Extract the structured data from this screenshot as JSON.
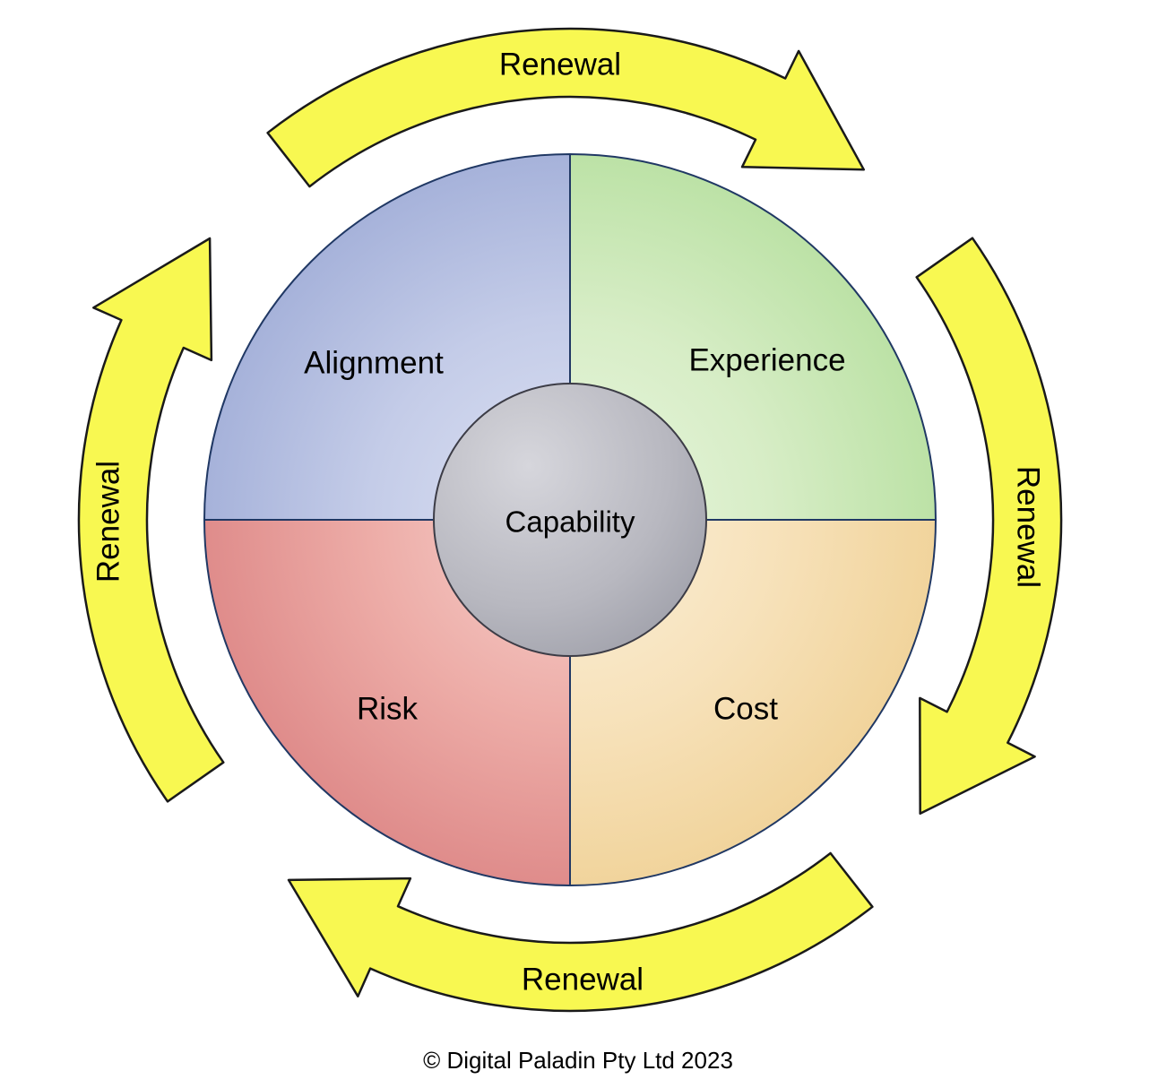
{
  "diagram": {
    "center_label": "Capability",
    "quadrants": [
      {
        "id": "alignment",
        "label": "Alignment",
        "base_color": "#b4bee0"
      },
      {
        "id": "experience",
        "label": "Experience",
        "base_color": "#cfe8ba"
      },
      {
        "id": "cost",
        "label": "Cost",
        "base_color": "#f5ddb2"
      },
      {
        "id": "risk",
        "label": "Risk",
        "base_color": "#e79a97"
      }
    ],
    "center_color": "#b2b2ba",
    "arrows": [
      {
        "position": "top",
        "label": "Renewal",
        "direction": "clockwise"
      },
      {
        "position": "right",
        "label": "Renewal",
        "direction": "clockwise"
      },
      {
        "position": "bottom",
        "label": "Renewal",
        "direction": "clockwise"
      },
      {
        "position": "left",
        "label": "Renewal",
        "direction": "clockwise"
      }
    ],
    "arrow_color": "#f8f851",
    "outline_color": "#203864",
    "footer": "© Digital Paladin Pty Ltd 2023"
  }
}
